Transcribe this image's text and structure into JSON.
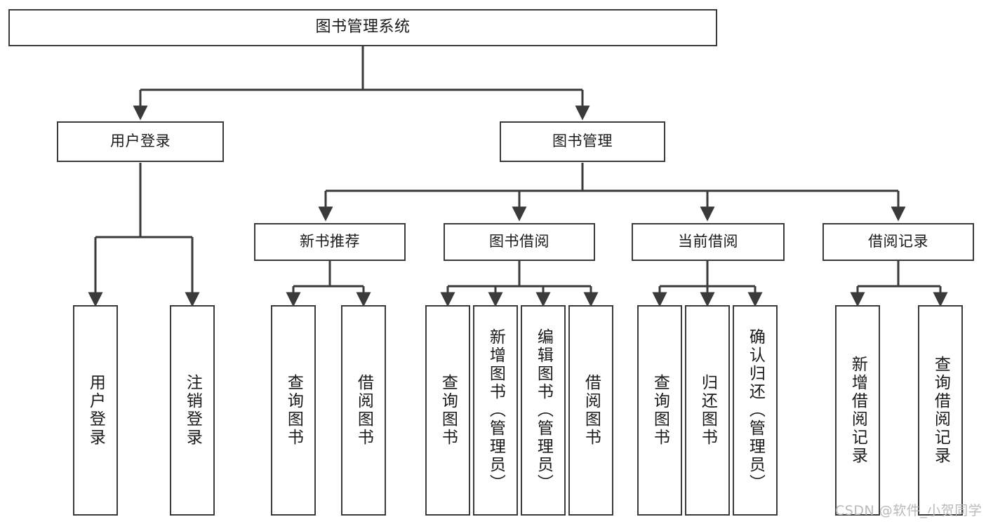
{
  "diagram": {
    "title": "图书管理系统",
    "type": "tree",
    "watermark": "CSDN @软件_小贺同学",
    "line_color": "#3a3a3a",
    "box_fill": "#ffffff",
    "text_color": "#1a1a1a",
    "root": {
      "label": "图书管理系统"
    },
    "level1": [
      {
        "label": "用户登录"
      },
      {
        "label": "图书管理"
      }
    ],
    "level2": [
      {
        "label": "新书推荐"
      },
      {
        "label": "图书借阅"
      },
      {
        "label": "当前借阅"
      },
      {
        "label": "借阅记录"
      }
    ],
    "leaves": {
      "user_login": [
        {
          "label": "用户登录"
        },
        {
          "label": "注销登录"
        }
      ],
      "new_book_recommend": [
        {
          "label": "查询图书"
        },
        {
          "label": "借阅图书"
        }
      ],
      "book_borrow": [
        {
          "label": "查询图书"
        },
        {
          "label": "新增图书（管理员）"
        },
        {
          "label": "编辑图书（管理员）"
        },
        {
          "label": "借阅图书"
        }
      ],
      "current_borrow": [
        {
          "label": "查询图书"
        },
        {
          "label": "归还图书"
        },
        {
          "label": "确认归还（管理员）"
        }
      ],
      "borrow_record": [
        {
          "label": "新增借阅记录"
        },
        {
          "label": "查询借阅记录"
        }
      ]
    }
  }
}
